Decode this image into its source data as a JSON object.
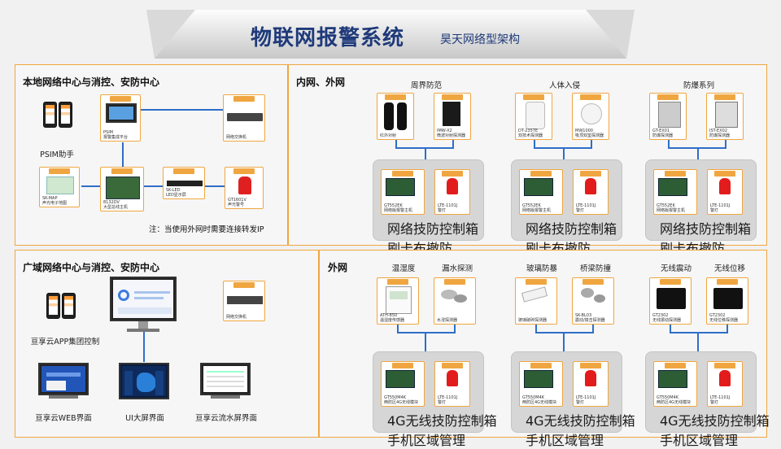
{
  "header": {
    "title": "物联网报警系统",
    "subtitle": "昊天网络型架构"
  },
  "panel_local": {
    "title": "本地网络中心与消控、安防中心",
    "psim_label": "PSIM助手",
    "note": "注：当使用外网时需要连接转发IP",
    "cards": {
      "psim": "PSIM\n报警集成平台",
      "switch": "网络交换机",
      "map": "SK-MAP\n声光电子地图",
      "host": "8132DV\n大型总线主机",
      "led": "SK-LED\nLED显示屏",
      "alarm": "GT1601V\n声光警号"
    }
  },
  "panel_inner": {
    "title": "内网、外网",
    "groups": [
      {
        "label": "周界防范",
        "cards": [
          "红外对射",
          "IMW-X2\n微波对射探测器"
        ],
        "box_lines": [
          "网络技防控制箱",
          "刷卡布撤防"
        ],
        "box_cards": [
          "GT552EK\n网络版报警主机",
          "LTE-1101J\n警灯"
        ]
      },
      {
        "label": "人体入侵",
        "cards": [
          "DT-235TE\n双技术探测器",
          "MW1000\n吸顶双鉴探测器"
        ],
        "box_lines": [
          "网络技防控制箱",
          "刷卡布撤防"
        ],
        "box_cards": [
          "GT552EK\n网络版报警主机",
          "LTE-1101J\n警灯"
        ]
      },
      {
        "label": "防爆系列",
        "cards": [
          "GT-EX01\n防爆探测器",
          "IST-EX02\n防爆探测器"
        ],
        "box_lines": [
          "网络技防控制箱",
          "刷卡布撤防"
        ],
        "box_cards": [
          "GT552EK\n网络版报警主机",
          "LTE-1101J\n警灯"
        ]
      }
    ]
  },
  "panel_wide": {
    "title": "广域网络中心与消控、安防中心",
    "app_label": "亘享云APP集团控制",
    "web_label": "亘享云WEB界面",
    "ui_label": "UI大屏界面",
    "flow_label": "亘享云流水屏界面",
    "switch_card": "网络交换机"
  },
  "panel_outer": {
    "title": "外网",
    "groups": [
      {
        "labels": [
          "温湿度",
          "漏水探测"
        ],
        "cards": [
          "ATH-850\n温湿度传感器",
          "水浸探测器"
        ],
        "box_lines": [
          "4G无线技防控制箱",
          "手机区域管理"
        ],
        "box_cards": [
          "GT550M4K\n两防区4G无线模块",
          "LTE-1101J\n警灯"
        ]
      },
      {
        "labels": [
          "玻璃防暴",
          "桥梁防撞"
        ],
        "cards": [
          "玻璃破碎探测器",
          "SK-BL03\n震动/撞击探测器"
        ],
        "box_lines": [
          "4G无线技防控制箱",
          "手机区域管理"
        ],
        "box_cards": [
          "GT550M4K\n两防区4G无线模块",
          "LTE-1101J\n警灯"
        ]
      },
      {
        "labels": [
          "无线震动",
          "无线位移"
        ],
        "cards": [
          "GT2302\n无线振动探测器",
          "GT2302\n无线位移探测器"
        ],
        "box_lines": [
          "4G无线技防控制箱",
          "手机区域管理"
        ],
        "box_cards": [
          "GT550M4K\n两防区4G无线模块",
          "LTE-1101J\n警灯"
        ]
      }
    ]
  },
  "colors": {
    "accent": "#f0a640",
    "title": "#1f3a7a",
    "line": "#2f6ec9"
  }
}
